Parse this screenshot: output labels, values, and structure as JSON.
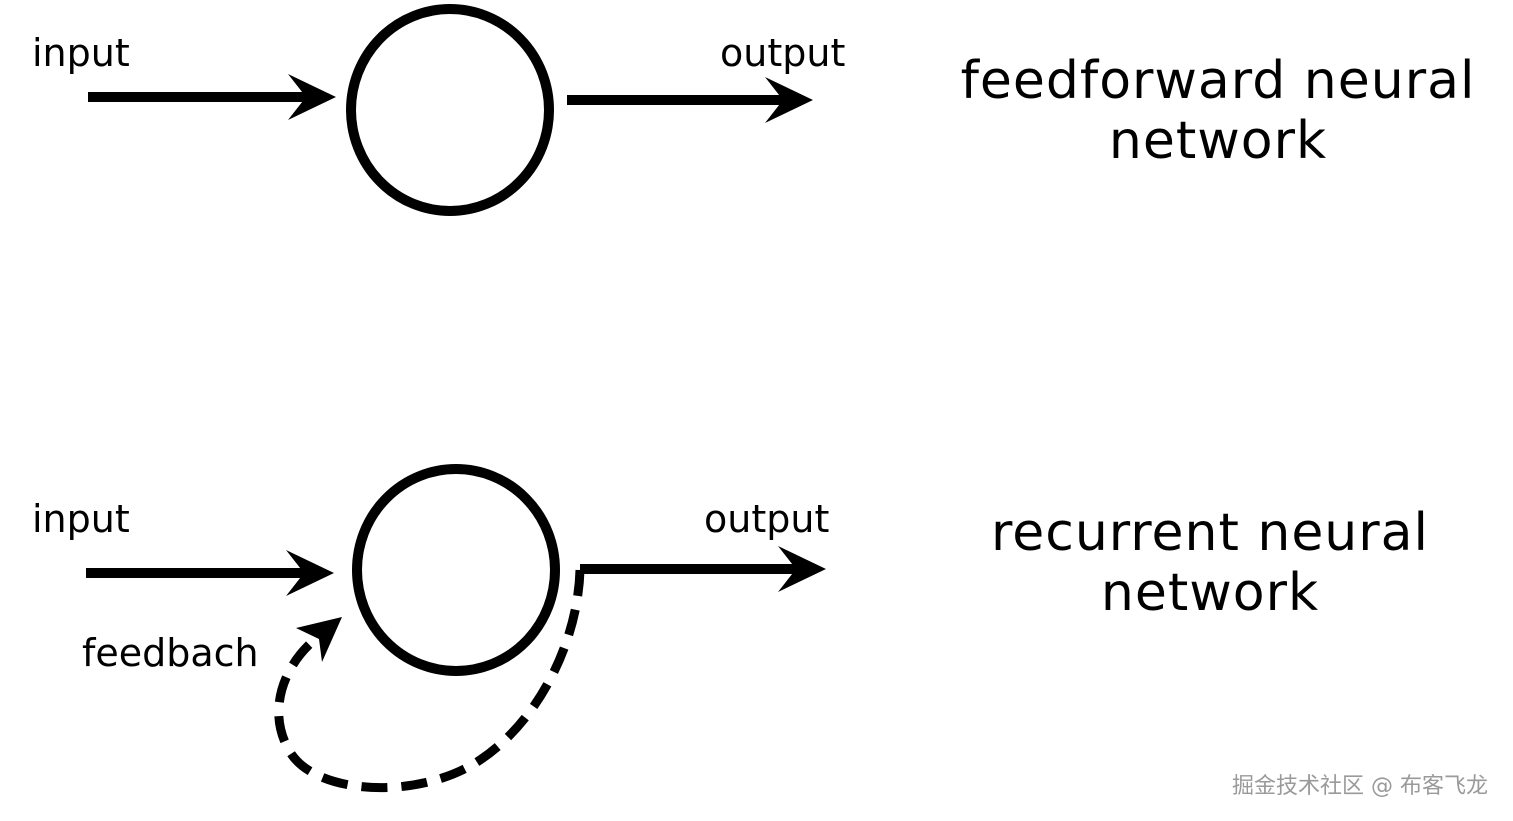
{
  "top_diagram": {
    "input_label": "input",
    "output_label": "output",
    "title_line1": "feedforward neural",
    "title_line2": "network"
  },
  "bottom_diagram": {
    "input_label": "input",
    "output_label": "output",
    "feedback_label": "feedbach",
    "title_line1": "recurrent neural",
    "title_line2": "network"
  },
  "watermark": "掘金技术社区 @ 布客飞龙",
  "colors": {
    "stroke": "#000000",
    "background": "#ffffff",
    "watermark": "#9a9a9a"
  }
}
